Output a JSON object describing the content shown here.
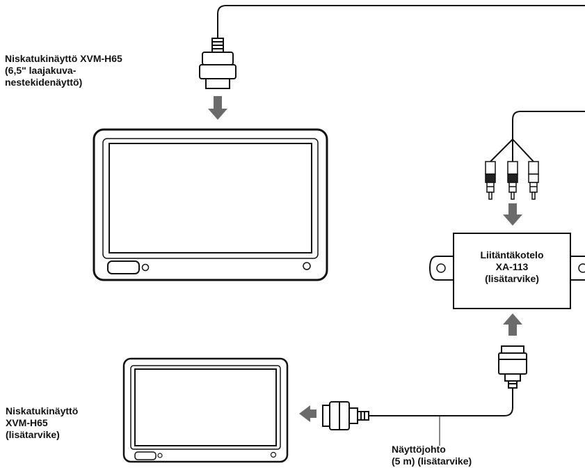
{
  "labels": {
    "monitor_top": "Niskatukinäyttö XVM-H65\n(6,5\" laajakuva-\nnestekidenäyttö)",
    "monitor_bottom": "Niskatukinäyttö\nXVM-H65\n(lisätarvike)",
    "connection_box": "Liitäntäkotelo\nXA-113\n(lisätarvike)",
    "monitor_cable": "Näyttöjohto\n(5 m) (lisätarvike)"
  },
  "colors": {
    "line": "#111111",
    "arrow": "#6b6b6b",
    "background": "#ffffff"
  }
}
